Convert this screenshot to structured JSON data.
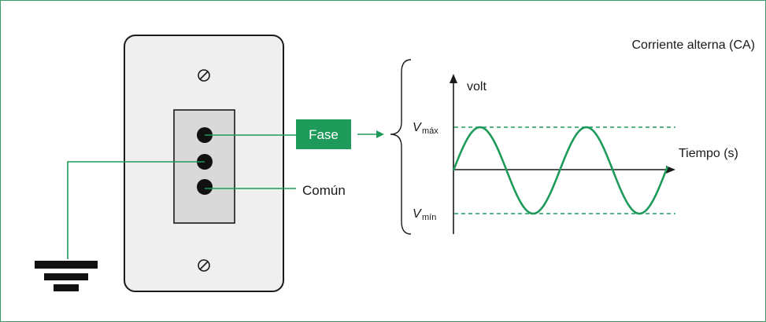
{
  "title": "Corriente alterna (CA)",
  "labels": {
    "fase": "Fase",
    "comun": "Común",
    "y_axis": "volt",
    "x_axis": "Tiempo (s)",
    "vmax_main": "V",
    "vmax_sub": "máx",
    "vmin_main": "V",
    "vmin_sub": "mín"
  },
  "colors": {
    "accent": "#1e9a5a",
    "border": "#3a9c6a",
    "plate_fill": "#efefef",
    "socket_fill": "#d9d9d9"
  },
  "icons": {
    "screw": "screw-icon",
    "ground": "ground-icon"
  }
}
